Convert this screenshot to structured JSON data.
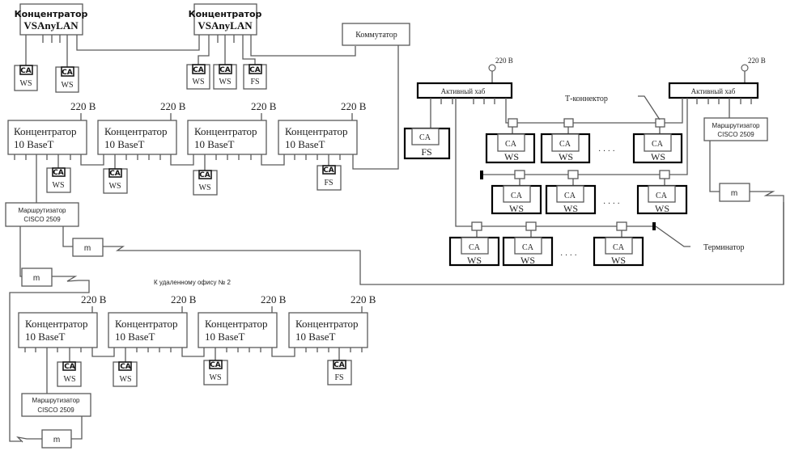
{
  "diagram": {
    "labels": {
      "hub_vsanylan_line1": "Концентратор",
      "hub_vsanylan_line2": "VSAnyLAN",
      "switch": "Коммутатор",
      "hub_10baset_line1": "Концентратор",
      "hub_10baset_line2": "10 BaseT",
      "power": "220 В",
      "router_line1": "Маршрутизатор",
      "router_line2": "CISCO 2509",
      "modem": "m",
      "ca": "CA",
      "ws": "WS",
      "fs": "FS",
      "active_hub": "Активный хаб",
      "t_connector": "Т-коннектор",
      "terminator": "Терминатор",
      "remote_office": "К удаленному офису № 2",
      "ellipsis": "· · · ·"
    },
    "segments": [
      {
        "name": "VSAnyLAN segment",
        "hubs": 2,
        "stations": [
          "WS",
          "WS",
          "WS",
          "WS",
          "FS"
        ]
      },
      {
        "name": "10BaseT office 1",
        "hubs": 4,
        "stations": [
          "WS",
          "WS",
          "WS",
          "FS"
        ],
        "router": "CISCO 2509"
      },
      {
        "name": "Coax segment",
        "hubs": 2,
        "stations": [
          "FS",
          "WS",
          "WS",
          "WS",
          "WS",
          "WS",
          "WS",
          "WS",
          "WS",
          "WS"
        ],
        "router": "CISCO 2509"
      },
      {
        "name": "10BaseT office 2",
        "hubs": 4,
        "stations": [
          "WS",
          "WS",
          "WS",
          "FS"
        ],
        "router": "CISCO 2509"
      }
    ]
  }
}
